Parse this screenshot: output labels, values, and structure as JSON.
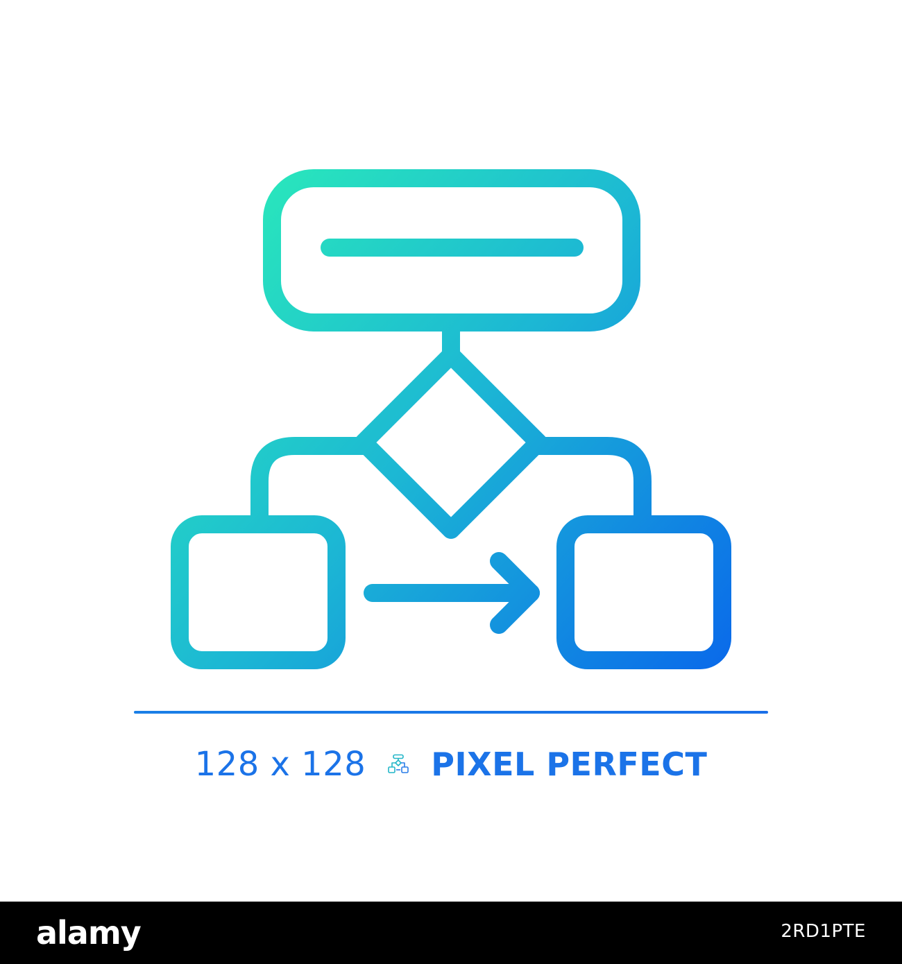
{
  "icon": {
    "name": "flowchart-icon",
    "gradient_start": "#2cf2b6",
    "gradient_end": "#0a6aea"
  },
  "caption": {
    "size_label": "128 x 128",
    "mini_icon": "flowchart-icon",
    "tagline": "PIXEL PERFECT",
    "color": "#1b73e8"
  },
  "footer": {
    "brand": "alamy",
    "image_id": "2RD1PTE",
    "background": "#000000"
  }
}
